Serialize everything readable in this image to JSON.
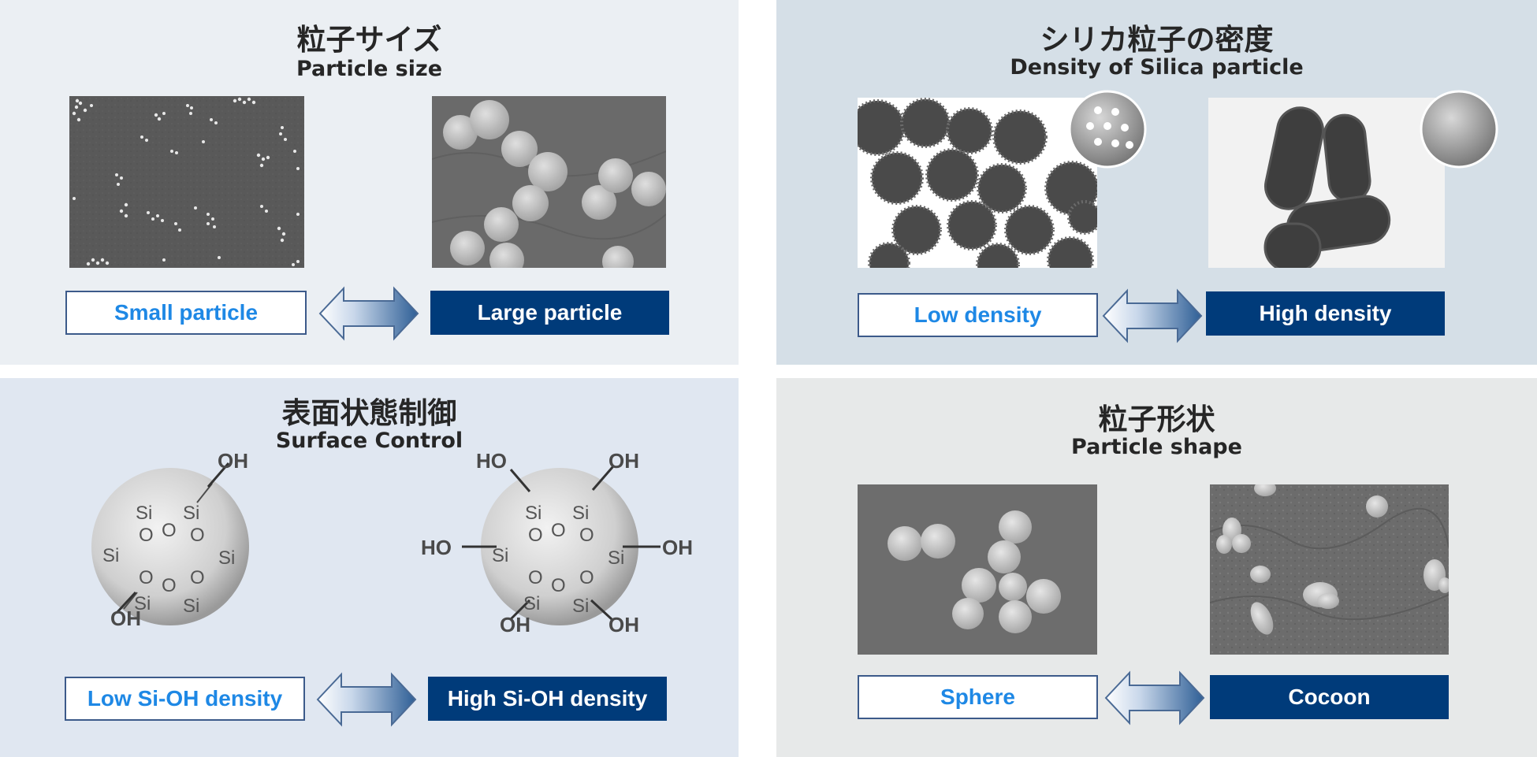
{
  "panels": {
    "particle_size": {
      "title_jp": "粒子サイズ",
      "title_en": "Particle size",
      "low_label": "Small particle",
      "high_label": "Large particle"
    },
    "density": {
      "title_jp": "シリカ粒子の密度",
      "title_en": "Density of Silica particle",
      "low_label": "Low density",
      "high_label": "High density"
    },
    "surface": {
      "title_jp": "表面状態制御",
      "title_en": "Surface Control",
      "low_label": "Low Si-OH density",
      "high_label": "High Si-OH density",
      "atom_si": "Si",
      "atom_o": "O",
      "group_oh": "OH",
      "group_ho": "HO"
    },
    "shape": {
      "title_jp": "粒子形状",
      "title_en": "Particle shape",
      "low_label": "Sphere",
      "high_label": "Cocoon"
    }
  },
  "colors": {
    "label_low_text": "#1e88e5",
    "label_high_bg": "#003b7a",
    "arrow_dark": "#2f5f96",
    "arrow_light": "#ffffff"
  }
}
